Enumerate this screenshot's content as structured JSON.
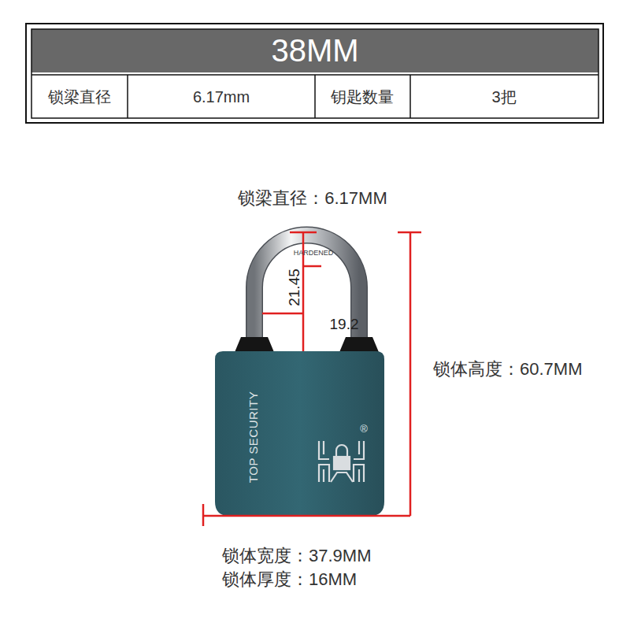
{
  "diagram": {
    "title": "38MM",
    "nodes": [
      {
        "text": [
          "TOP SECURITY",
          "®"
        ]
      }
    ],
    "labels": [
      "锁梁直径",
      "6.17mm",
      "钥匙数量",
      "3把",
      "锁梁直径：6.17MM",
      "HARDENED",
      "21.45",
      "19.2",
      "锁体高度：60.7MM",
      "锁体宽度：37.9MM",
      "锁体厚度：16MM"
    ]
  }
}
